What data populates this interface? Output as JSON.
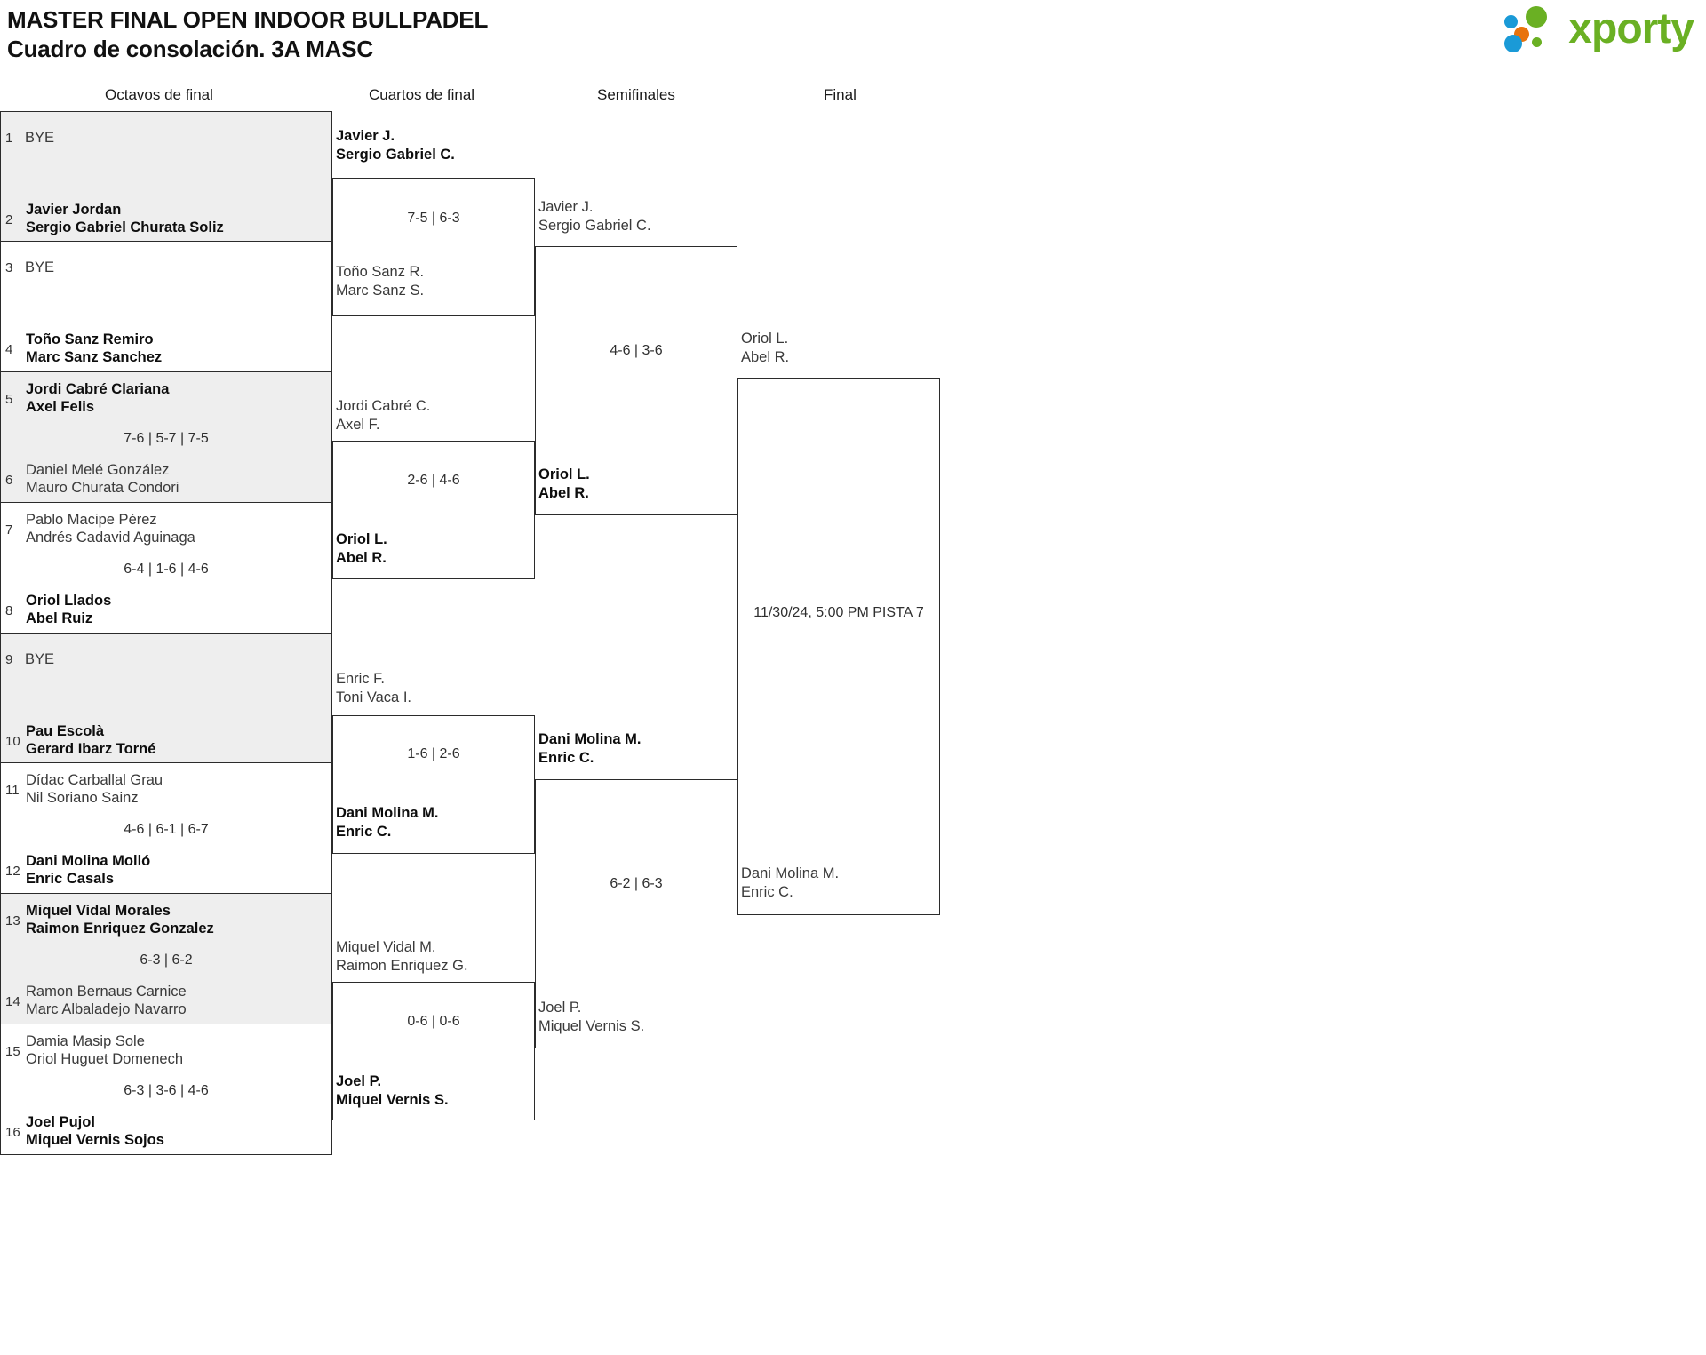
{
  "header": {
    "title_line1": "MASTER FINAL OPEN INDOOR BULLPADEL",
    "title_line2": "Cuadro de consolación. 3A MASC",
    "logo_text": "xporty",
    "brand_green": "#6ab023",
    "brand_blue": "#1a9ad7",
    "brand_orange": "#e8730c"
  },
  "rounds": [
    {
      "label": "Octavos de final"
    },
    {
      "label": "Cuartos de final"
    },
    {
      "label": "Semifinales"
    },
    {
      "label": "Final"
    }
  ],
  "r16": [
    {
      "seed_top": "1",
      "top_p1": "BYE",
      "top_p2": "",
      "top_win": false,
      "top_bye": true,
      "score": "",
      "seed_bot": "2",
      "bot_p1": "Javier Jordan",
      "bot_p2": "Sergio Gabriel Churata Soliz",
      "bot_win": true
    },
    {
      "seed_top": "3",
      "top_p1": "BYE",
      "top_p2": "",
      "top_win": false,
      "top_bye": true,
      "score": "",
      "seed_bot": "4",
      "bot_p1": "Toño Sanz Remiro",
      "bot_p2": "Marc Sanz Sanchez",
      "bot_win": true
    },
    {
      "seed_top": "5",
      "top_p1": "Jordi Cabré Clariana",
      "top_p2": "Axel Felis",
      "top_win": true,
      "top_bye": false,
      "score": "7-6 | 5-7 | 7-5",
      "seed_bot": "6",
      "bot_p1": "Daniel Melé González",
      "bot_p2": "Mauro Churata Condori",
      "bot_win": false
    },
    {
      "seed_top": "7",
      "top_p1": "Pablo Macipe Pérez",
      "top_p2": "Andrés Cadavid Aguinaga",
      "top_win": false,
      "top_bye": false,
      "score": "6-4 | 1-6 | 4-6",
      "seed_bot": "8",
      "bot_p1": "Oriol Llados",
      "bot_p2": "Abel Ruiz",
      "bot_win": true
    },
    {
      "seed_top": "9",
      "top_p1": "BYE",
      "top_p2": "",
      "top_win": false,
      "top_bye": true,
      "score": "",
      "seed_bot": "10",
      "bot_p1": "Pau Escolà",
      "bot_p2": "Gerard Ibarz Torné",
      "bot_win": true
    },
    {
      "seed_top": "11",
      "top_p1": "Dídac Carballal Grau",
      "top_p2": "Nil Soriano Sainz",
      "top_win": false,
      "top_bye": false,
      "score": "4-6 | 6-1 | 6-7",
      "seed_bot": "12",
      "bot_p1": "Dani Molina Molló",
      "bot_p2": "Enric Casals",
      "bot_win": true
    },
    {
      "seed_top": "13",
      "top_p1": "Miquel Vidal Morales",
      "top_p2": "Raimon Enriquez Gonzalez",
      "top_win": true,
      "top_bye": false,
      "score": "6-3 | 6-2",
      "seed_bot": "14",
      "bot_p1": "Ramon Bernaus Carnice",
      "bot_p2": "Marc Albaladejo Navarro",
      "bot_win": false
    },
    {
      "seed_top": "15",
      "top_p1": "Damia Masip Sole",
      "top_p2": "Oriol Huguet Domenech",
      "top_win": false,
      "top_bye": false,
      "score": "6-3 | 3-6 | 4-6",
      "seed_bot": "16",
      "bot_p1": "Joel Pujol",
      "bot_p2": "Miquel Vernis Sojos",
      "bot_win": true
    }
  ],
  "qf": [
    {
      "top_p1": "Javier J.",
      "top_p2": "Sergio Gabriel C.",
      "top_win": true,
      "score": "7-5 | 6-3",
      "bot_p1": "Toño Sanz R.",
      "bot_p2": "Marc Sanz S.",
      "bot_win": false
    },
    {
      "top_p1": "Jordi Cabré C.",
      "top_p2": "Axel F.",
      "top_win": false,
      "score": "2-6 | 4-6",
      "bot_p1": "Oriol L.",
      "bot_p2": "Abel R.",
      "bot_win": true
    },
    {
      "top_p1": "Enric F.",
      "top_p2": "Toni Vaca I.",
      "top_win": false,
      "score": "1-6 | 2-6",
      "bot_p1": "Dani Molina M.",
      "bot_p2": "Enric C.",
      "bot_win": true
    },
    {
      "top_p1": "Miquel Vidal M.",
      "top_p2": "Raimon Enriquez G.",
      "top_win": false,
      "score": "0-6 | 0-6",
      "bot_p1": "Joel P.",
      "bot_p2": "Miquel Vernis S.",
      "bot_win": true
    }
  ],
  "sf": [
    {
      "top_p1": "Javier J.",
      "top_p2": "Sergio Gabriel C.",
      "top_win": false,
      "score": "4-6 | 3-6",
      "bot_p1": "Oriol L.",
      "bot_p2": "Abel R.",
      "bot_win": true
    },
    {
      "top_p1": "Dani Molina M.",
      "top_p2": "Enric C.",
      "top_win": true,
      "score": "6-2 | 6-3",
      "bot_p1": "Joel P.",
      "bot_p2": "Miquel Vernis S.",
      "bot_win": false
    }
  ],
  "final": {
    "top_p1": "Oriol L.",
    "top_p2": "Abel R.",
    "schedule": "11/30/24, 5:00 PM PISTA 7",
    "bot_p1": "Dani Molina M.",
    "bot_p2": "Enric C."
  }
}
